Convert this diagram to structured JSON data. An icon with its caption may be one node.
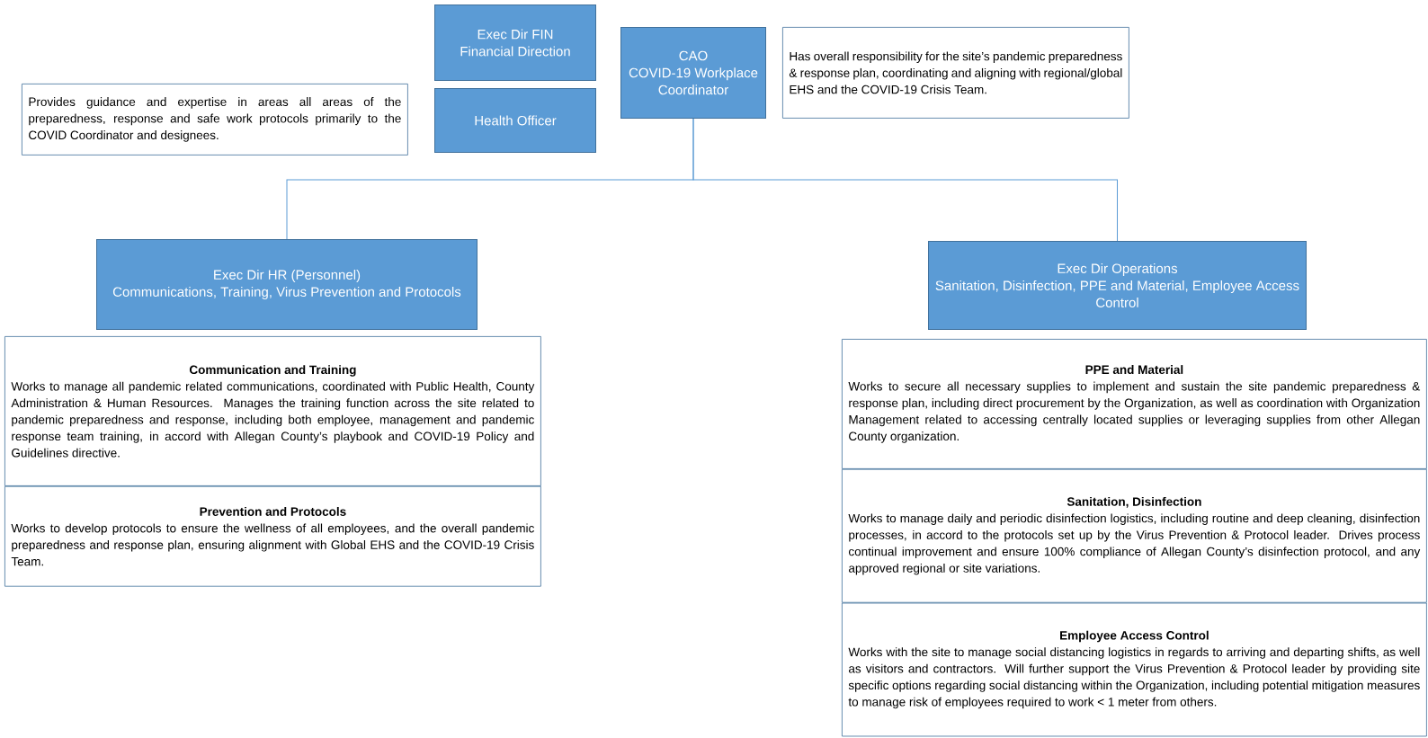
{
  "diagram": {
    "nodes": [
      {
        "text": [
          "Exec Dir FIN",
          "Financial Direction"
        ]
      },
      {
        "text": [
          "Health Officer"
        ]
      },
      {
        "text": [
          "Provides guidance and expertise in areas all areas of the preparedness, response and safe work protocols primarily to the COVID Coordinator and designees."
        ]
      },
      {
        "text": [
          "CAO",
          "COVID-19 Workplace Coordinator"
        ]
      },
      {
        "text": [
          "Has overall responsibility for the site’s pandemic preparedness & response plan, coordinating and aligning with regional/global EHS and the COVID-19 Crisis Team."
        ]
      },
      {
        "text": [
          "Exec Dir HR (Personnel)",
          "Communications, Training, Virus Prevention and Protocols"
        ]
      },
      {
        "text": [
          "Exec Dir Operations",
          "Sanitation, Disinfection, PPE and Material, Employee Access Control"
        ]
      },
      {
        "text": [
          "Communication and Training",
          "Works to manage all pandemic related communications, coordinated with Public Health, County Administration & Human Resources. Manages the training function across the site related to pandemic preparedness and response, including both employee, management and pandemic response team training, in accord with Allegan County’s playbook and COVID-19 Policy and Guidelines directive."
        ]
      },
      {
        "text": [
          "Prevention and Protocols",
          "Works to develop protocols to ensure the wellness of all employees, and the overall pandemic preparedness and response plan, ensuring alignment with Global EHS and the COVID-19 Crisis Team."
        ]
      },
      {
        "text": [
          "PPE and Material",
          "Works to secure all necessary supplies to implement and sustain the site pandemic preparedness & response plan, including direct procurement by the Organization, as well as coordination with Organization Management related to accessing centrally located supplies or leveraging supplies from other Allegan County organization."
        ]
      },
      {
        "text": [
          "Sanitation, Disinfection",
          "Works to manage daily and periodic disinfection logistics, including routine and deep cleaning, disinfection processes, in accord to the protocols set up by the Virus Prevention & Protocol leader. Drives process continual improvement and ensure 100% compliance of Allegan County’s disinfection protocol, and any approved regional or site variations."
        ]
      },
      {
        "text": [
          "Employee Access Control",
          "Works with the site to manage social distancing logistics in regards to arriving and departing shifts, as well as visitors and contractors. Will further support the Virus Prevention & Protocol leader by providing site specific options regarding social distancing within the Organization, including potential mitigation measures to manage risk of employees required to work < 1 meter from others."
        ]
      }
    ],
    "edges": [
      {
        "from": 3,
        "to": 5,
        "arrow": "none"
      },
      {
        "from": 3,
        "to": 6,
        "arrow": "none"
      }
    ]
  }
}
